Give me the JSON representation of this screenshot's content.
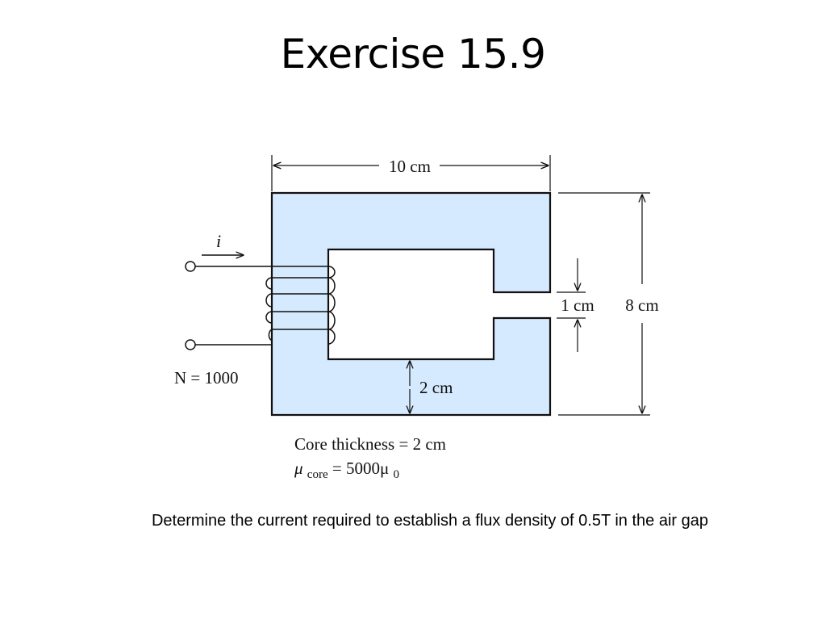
{
  "slide": {
    "title": "Exercise 15.9",
    "question": "Determine the current required to establish a flux density of 0.5T in the air gap"
  },
  "diagram": {
    "core_fill": "#d6eaff",
    "core_stroke": "#111111",
    "labels": {
      "width": "10 cm",
      "height": "8 cm",
      "gap": "1 cm",
      "leg": "2 cm",
      "current": "i",
      "turns": "N = 1000",
      "thickness": "Core thickness = 2 cm",
      "mu_symbol": "μ",
      "mu_sub": "core",
      "mu_rest": " = 5000μ",
      "mu_zero": "0"
    }
  }
}
